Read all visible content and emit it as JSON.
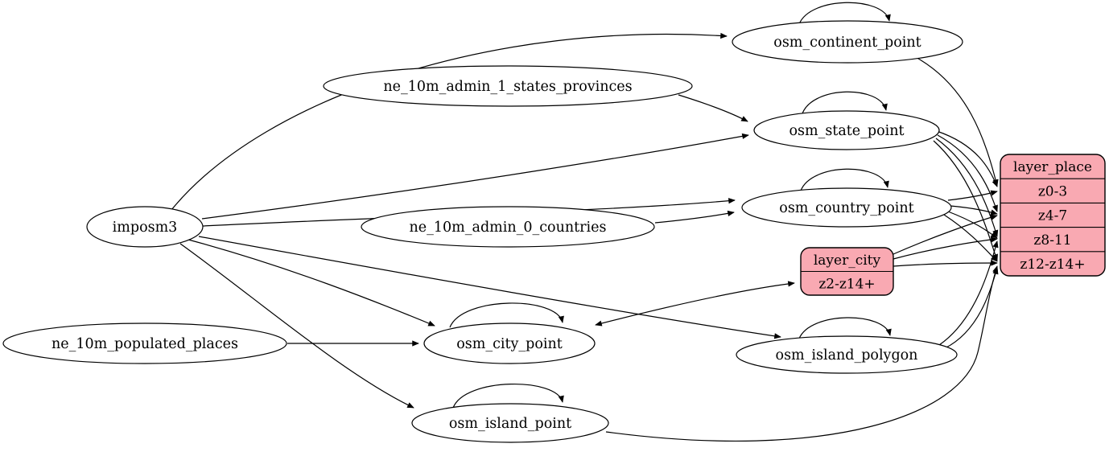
{
  "colors": {
    "background": "#ffffff",
    "node_fill": "#ffffff",
    "node_stroke": "#000000",
    "edge": "#000000",
    "record_fill": "#f9a9b2"
  },
  "nodes": {
    "imposm3": {
      "label": "imposm3"
    },
    "ne_10m_populated_places": {
      "label": "ne_10m_populated_places"
    },
    "ne_10m_admin_1_states_provinces": {
      "label": "ne_10m_admin_1_states_provinces"
    },
    "ne_10m_admin_0_countries": {
      "label": "ne_10m_admin_0_countries"
    },
    "osm_continent_point": {
      "label": "osm_continent_point"
    },
    "osm_state_point": {
      "label": "osm_state_point"
    },
    "osm_country_point": {
      "label": "osm_country_point"
    },
    "osm_city_point": {
      "label": "osm_city_point"
    },
    "osm_island_polygon": {
      "label": "osm_island_polygon"
    },
    "osm_island_point": {
      "label": "osm_island_point"
    }
  },
  "records": {
    "layer_place": {
      "title": "layer_place",
      "rows": [
        "z0-3",
        "z4-7",
        "z8-11",
        "z12-z14+"
      ]
    },
    "layer_city": {
      "title": "layer_city",
      "rows": [
        "z2-z14+"
      ]
    }
  },
  "edges": [
    {
      "from": "imposm3",
      "to": "osm_continent_point"
    },
    {
      "from": "imposm3",
      "to": "osm_state_point"
    },
    {
      "from": "imposm3",
      "to": "osm_country_point"
    },
    {
      "from": "imposm3",
      "to": "osm_city_point"
    },
    {
      "from": "imposm3",
      "to": "osm_island_polygon"
    },
    {
      "from": "imposm3",
      "to": "osm_island_point"
    },
    {
      "from": "ne_10m_admin_1_states_provinces",
      "to": "osm_state_point"
    },
    {
      "from": "ne_10m_admin_0_countries",
      "to": "osm_country_point"
    },
    {
      "from": "ne_10m_populated_places",
      "to": "osm_city_point"
    },
    {
      "from": "osm_continent_point",
      "to": "osm_continent_point",
      "type": "self-loop"
    },
    {
      "from": "osm_state_point",
      "to": "osm_state_point",
      "type": "self-loop"
    },
    {
      "from": "osm_country_point",
      "to": "osm_country_point",
      "type": "self-loop"
    },
    {
      "from": "osm_city_point",
      "to": "osm_city_point",
      "type": "self-loop"
    },
    {
      "from": "osm_island_polygon",
      "to": "osm_island_polygon",
      "type": "self-loop"
    },
    {
      "from": "osm_island_point",
      "to": "osm_island_point",
      "type": "self-loop"
    },
    {
      "from": "osm_city_point",
      "to": "layer_city:z2-z14+",
      "bidirectional": true
    },
    {
      "from": "osm_continent_point",
      "to": "layer_place:z0-3"
    },
    {
      "from": "osm_state_point",
      "to": "layer_place:z0-3"
    },
    {
      "from": "osm_state_point",
      "to": "layer_place:z4-7"
    },
    {
      "from": "osm_state_point",
      "to": "layer_place:z8-11"
    },
    {
      "from": "osm_state_point",
      "to": "layer_place:z12-z14+"
    },
    {
      "from": "osm_country_point",
      "to": "layer_place:z0-3"
    },
    {
      "from": "osm_country_point",
      "to": "layer_place:z4-7"
    },
    {
      "from": "osm_country_point",
      "to": "layer_place:z8-11"
    },
    {
      "from": "osm_country_point",
      "to": "layer_place:z12-z14+"
    },
    {
      "from": "osm_island_polygon",
      "to": "layer_place:z8-11"
    },
    {
      "from": "osm_island_polygon",
      "to": "layer_place:z12-z14+"
    },
    {
      "from": "osm_island_point",
      "to": "layer_place:z12-z14+"
    },
    {
      "from": "layer_city",
      "to": "layer_place:z4-7"
    },
    {
      "from": "layer_city",
      "to": "layer_place:z8-11"
    },
    {
      "from": "layer_city",
      "to": "layer_place:z12-z14+"
    }
  ]
}
